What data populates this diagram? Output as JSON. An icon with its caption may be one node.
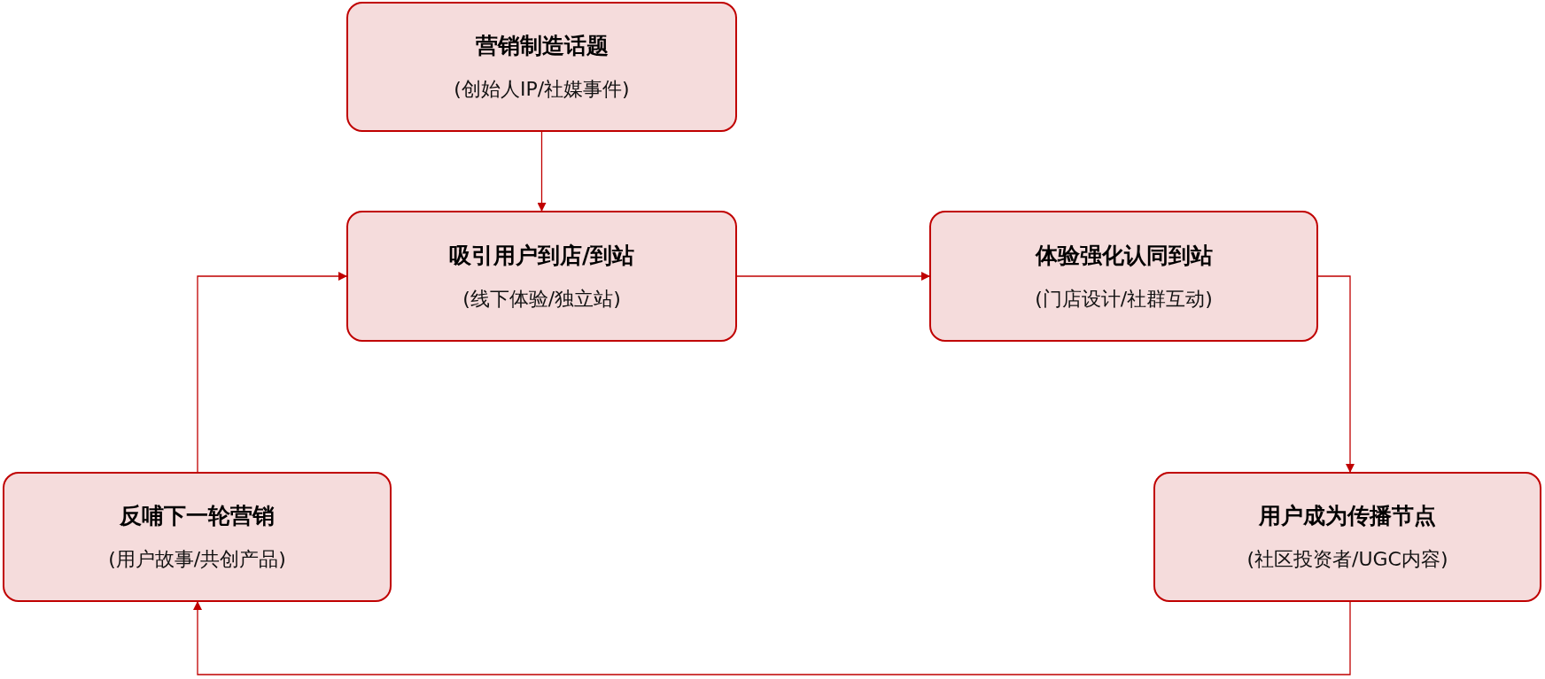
{
  "diagram": {
    "nodes": [
      {
        "text": [
          "营销制造话题",
          "(创始人IP/社媒事件)"
        ]
      },
      {
        "text": [
          "吸引用户到店/到站",
          "(线下体验/独立站)"
        ]
      },
      {
        "text": [
          "体验强化认同到站",
          "(门店设计/社群互动)"
        ]
      },
      {
        "text": [
          "用户成为传播节点",
          "(社区投资者/UGC内容)"
        ]
      },
      {
        "text": [
          "反哺下一轮营销",
          "(用户故事/共创产品)"
        ]
      }
    ],
    "edges": [
      {
        "from": 0,
        "to": 1,
        "arrow": "to"
      },
      {
        "from": 1,
        "to": 2,
        "arrow": "to"
      },
      {
        "from": 2,
        "to": 3,
        "arrow": "to"
      },
      {
        "from": 3,
        "to": 4,
        "arrow": "to"
      },
      {
        "from": 4,
        "to": 1,
        "arrow": "to"
      }
    ]
  }
}
